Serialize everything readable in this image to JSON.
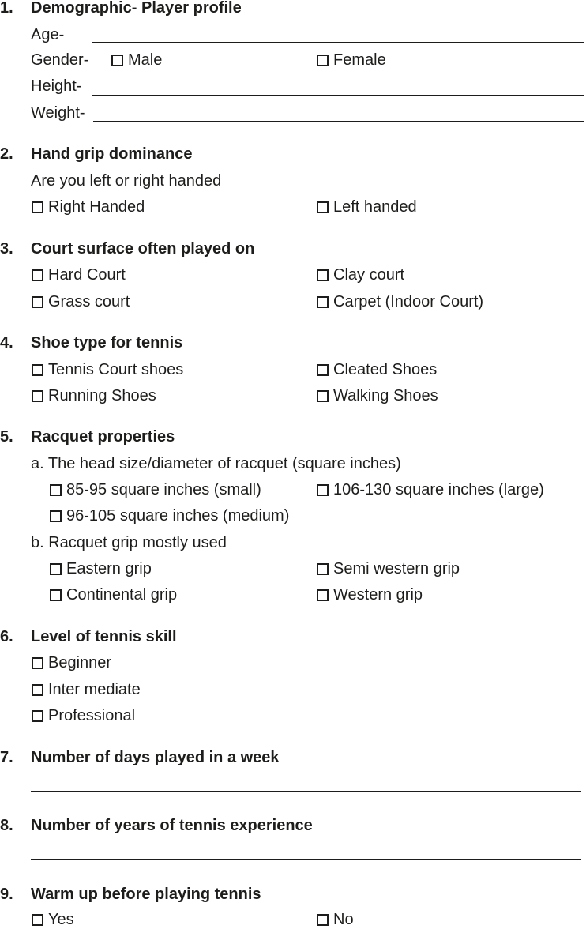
{
  "q1": {
    "number": "1.",
    "title": "Demographic- Player profile",
    "age_label": "Age-",
    "gender_label": "Gender-",
    "gender_options": [
      "Male",
      "Female"
    ],
    "height_label": "Height-",
    "weight_label": "Weight-"
  },
  "q2": {
    "number": "2.",
    "title": "Hand grip dominance",
    "prompt": "Are you left or right handed",
    "options": [
      "Right Handed",
      "Left handed"
    ]
  },
  "q3": {
    "number": "3.",
    "title": "Court surface often played on",
    "options": [
      "Hard Court",
      "Clay court",
      "Grass court",
      "Carpet (Indoor Court)"
    ]
  },
  "q4": {
    "number": "4.",
    "title": "Shoe type for tennis",
    "options": [
      "Tennis Court shoes",
      "Cleated Shoes",
      "Running Shoes",
      "Walking Shoes"
    ]
  },
  "q5": {
    "number": "5.",
    "title": "Racquet properties",
    "part_a": "a. The head size/diameter of racquet (square inches)",
    "part_a_options": [
      "85-95 square inches (small)",
      "106-130 square inches (large)",
      "96-105 square inches (medium)"
    ],
    "part_b": "b. Racquet grip mostly used",
    "part_b_options": [
      "Eastern grip",
      "Semi western grip",
      "Continental grip",
      "Western grip"
    ]
  },
  "q6": {
    "number": "6.",
    "title": "Level of tennis skill",
    "options": [
      "Beginner",
      "Inter mediate",
      "Professional"
    ]
  },
  "q7": {
    "number": "7.",
    "title": "Number of days played in a week"
  },
  "q8": {
    "number": "8.",
    "title": "Number of years of tennis experience"
  },
  "q9": {
    "number": "9.",
    "title": "Warm up before playing tennis",
    "options": [
      "Yes",
      "No"
    ]
  }
}
